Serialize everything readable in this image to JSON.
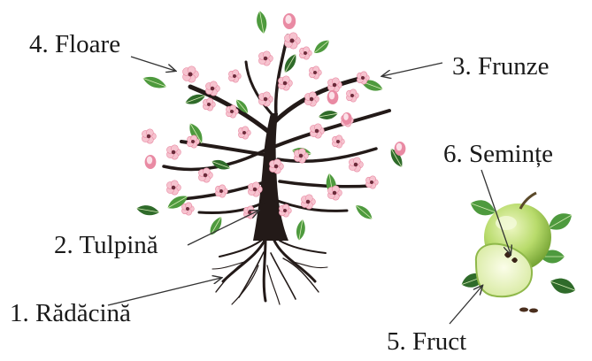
{
  "labels": {
    "floare": "4. Floare",
    "frunze": "3. Frunze",
    "seminte": "6. Semințe",
    "tulpina": "2. Tulpină",
    "radacina": "1. Rădăcină",
    "fruct": "5. Fruct"
  },
  "colors": {
    "trunk": "#231a18",
    "leaf": "#4e9a3e",
    "leaf_dark": "#2f6b2a",
    "petal": "#f6c3cf",
    "petal_deep": "#e98aa3",
    "apple": "#b6d96a",
    "apple_light": "#e6f2b2",
    "arrow": "#333333"
  }
}
